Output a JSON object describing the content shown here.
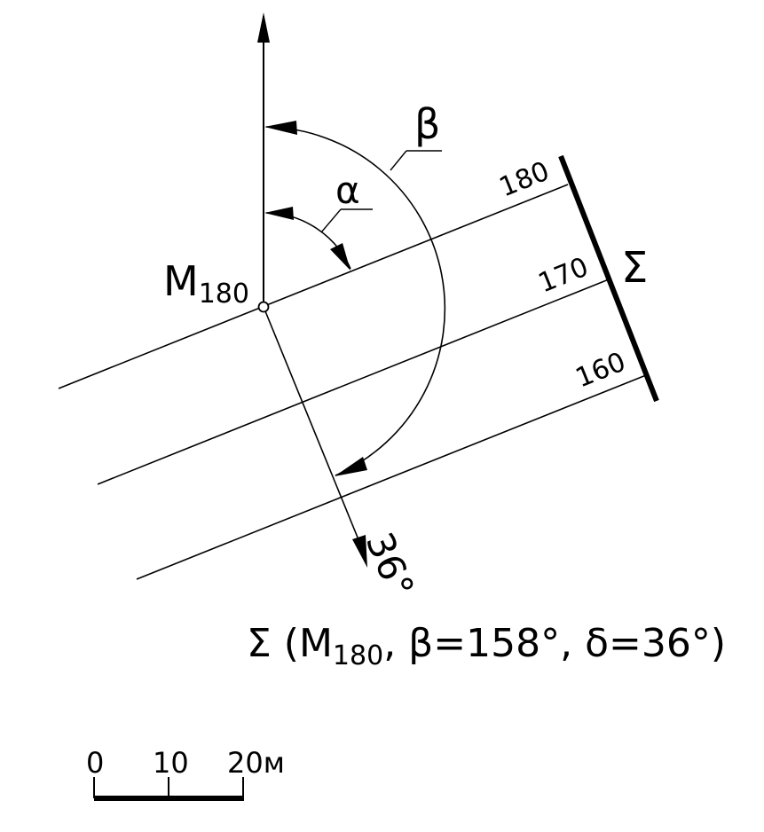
{
  "point": {
    "letter": "M",
    "subscript": "180"
  },
  "angles": {
    "alpha": "α",
    "beta": "β",
    "dip": "36°"
  },
  "contours": [
    "180",
    "170",
    "160"
  ],
  "plane_symbol": "Σ",
  "formula": {
    "prefix": "Σ (M",
    "subscript": "180",
    "suffix": ", β=158°, δ=36°)"
  },
  "scale": {
    "labels": [
      "0",
      "10",
      "20м"
    ]
  }
}
